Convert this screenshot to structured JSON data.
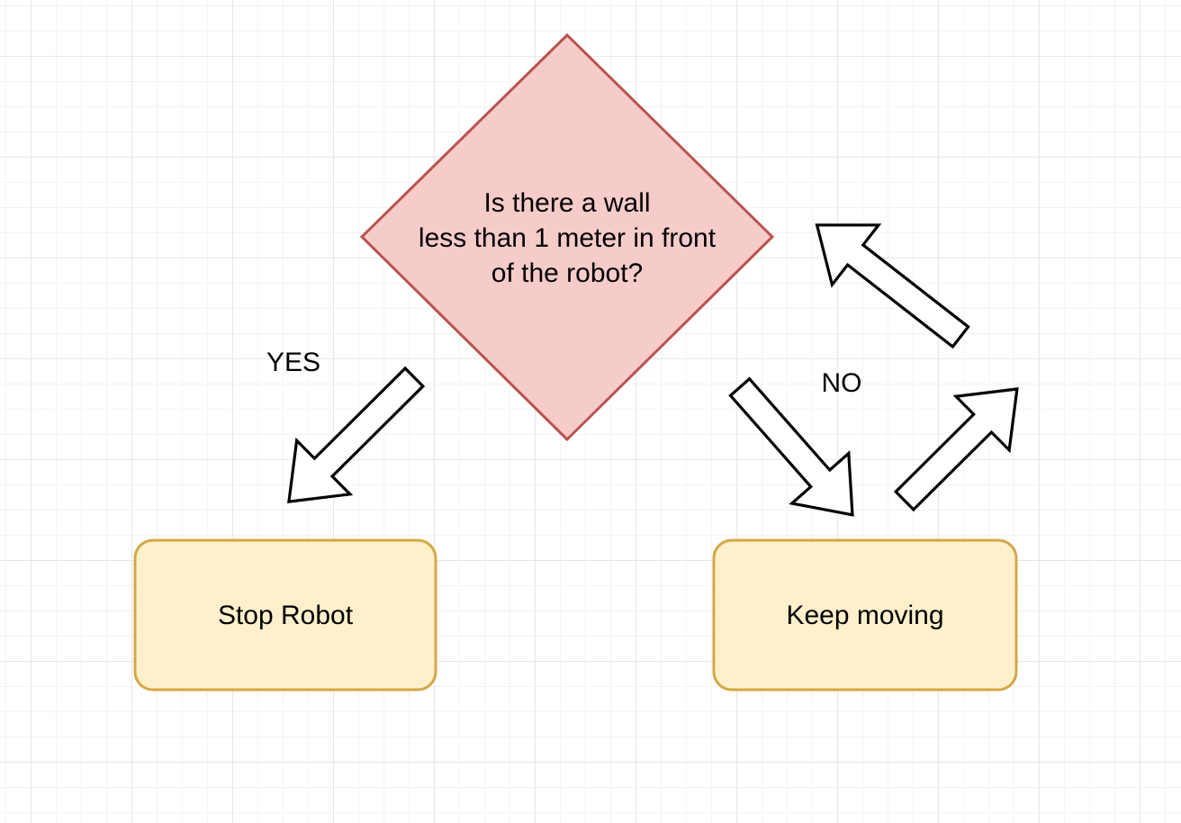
{
  "colors": {
    "canvas_background": "#ffffff",
    "grid_minor": "#f3f3f3",
    "grid_major": "#e7e7e7",
    "decision_fill": "#F6CCCA",
    "decision_stroke": "#B85450",
    "action_fill": "#FFF0CB",
    "action_stroke": "#D3A845",
    "arrow_fill": "#FFFFFF",
    "arrow_stroke": "#000000",
    "text": "#000000"
  },
  "decision": {
    "lines": [
      "Is there a wall",
      "less than 1 meter in front",
      "of the robot?"
    ]
  },
  "branches": {
    "yes_label": "YES",
    "no_label": "NO"
  },
  "nodes": {
    "stop": {
      "label": "Stop Robot"
    },
    "keep": {
      "label": "Keep moving"
    }
  },
  "arrows": [
    {
      "name": "yes-arrow",
      "direction": "down-left"
    },
    {
      "name": "no-arrow",
      "direction": "down-right"
    },
    {
      "name": "loop-up-arrow",
      "direction": "up-right"
    },
    {
      "name": "loop-return-arrow",
      "direction": "up-left"
    }
  ]
}
